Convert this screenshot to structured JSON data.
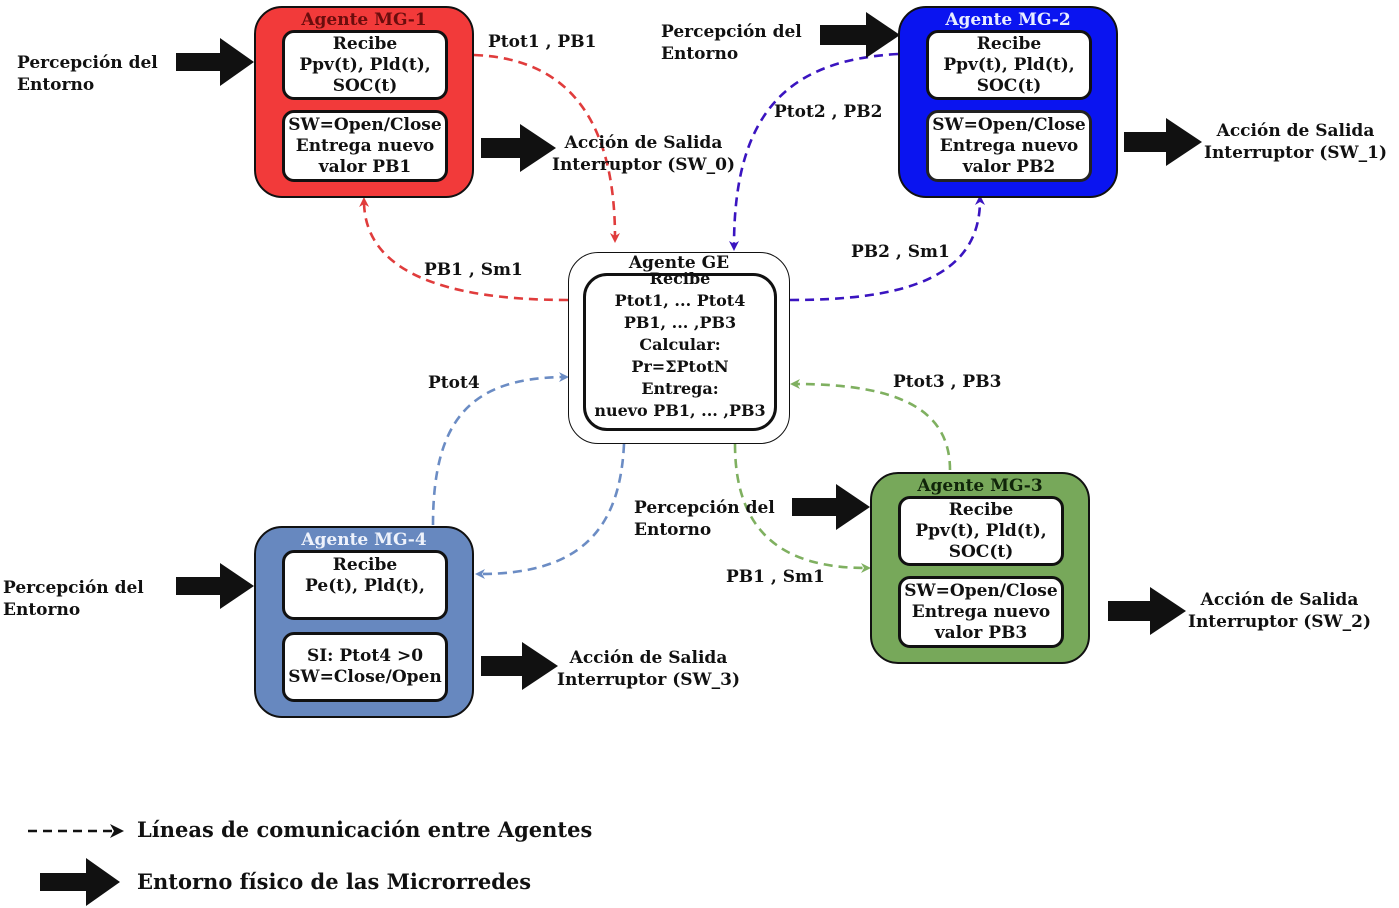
{
  "colors": {
    "mg1": "#f23a3a",
    "mg2": "#0a14f0",
    "mg3": "#77a85a",
    "mg4": "#6788bf",
    "ge": "#ffffff",
    "line_mg1": "#e03c3c",
    "line_mg2": "#3a14c0",
    "line_mg3": "#7fb060",
    "line_mg4": "#6b8cc4"
  },
  "agents": {
    "mg1": {
      "title": "Agente MG-1",
      "receive": [
        "Recibe",
        "Ppv(t), Pld(t),",
        "SOC(t)"
      ],
      "action": [
        "SW=Open/Close",
        "Entrega nuevo",
        "valor PB1"
      ]
    },
    "mg2": {
      "title": "Agente MG-2",
      "receive": [
        "Recibe",
        "Ppv(t), Pld(t),",
        "SOC(t)"
      ],
      "action": [
        "SW=Open/Close",
        "Entrega nuevo",
        "valor PB2"
      ]
    },
    "mg3": {
      "title": "Agente MG-3",
      "receive": [
        "Recibe",
        "Ppv(t), Pld(t),",
        "SOC(t)"
      ],
      "action": [
        "SW=Open/Close",
        "Entrega nuevo",
        "valor PB3"
      ]
    },
    "mg4": {
      "title": "Agente MG-4",
      "receive": [
        "Recibe",
        "Pe(t), Pld(t),"
      ],
      "action": [
        "SI: Ptot4 >0",
        "SW=Close/Open"
      ]
    },
    "ge": {
      "title": "Agente GE",
      "body": [
        "Recibe",
        "Ptot1, ... Ptot4",
        "PB1, ... ,PB3",
        "Calcular:",
        "Pr=ΣPtotN",
        "Entrega:",
        "nuevo PB1, ... ,PB3"
      ]
    }
  },
  "perception": {
    "line1": "Percepción del",
    "line2": "Entorno"
  },
  "outputs": {
    "sw0": [
      "Acción de Salida",
      "Interruptor (SW_0)"
    ],
    "sw1": [
      "Acción de Salida",
      "Interruptor (SW_1)"
    ],
    "sw2": [
      "Acción de Salida",
      "Interruptor (SW_2)"
    ],
    "sw3": [
      "Acción de Salida",
      "Interruptor (SW_3)"
    ]
  },
  "links": {
    "mg1_to_ge": "Ptot1 , PB1",
    "ge_to_mg1": "PB1 , Sm1",
    "mg2_to_ge": "Ptot2 , PB2",
    "ge_to_mg2": "PB2 , Sm1",
    "mg3_to_ge": "Ptot3 , PB3",
    "ge_to_mg3": "PB1 , Sm1",
    "mg4_to_ge": "Ptot4"
  },
  "legend": {
    "dashed": "Líneas de comunicación entre Agentes",
    "solid": "Entorno físico de las Microrredes"
  }
}
